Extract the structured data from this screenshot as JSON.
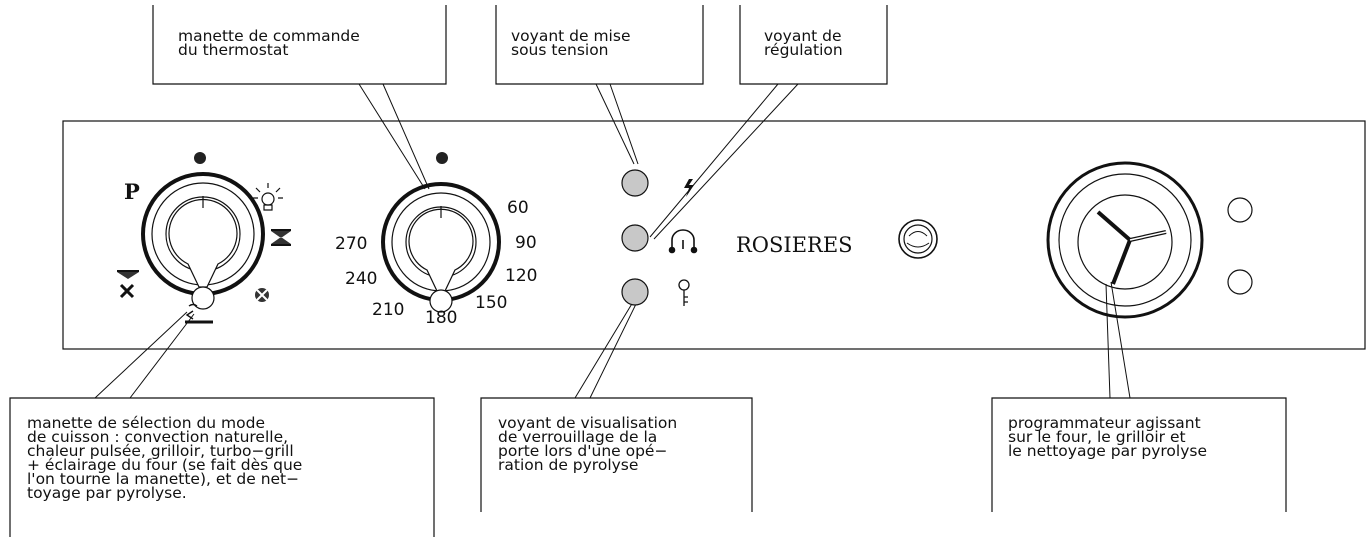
{
  "callouts": {
    "thermostat_knob": "manette de commande\ndu thermostat",
    "power_light": "voyant de mise\nsous tension",
    "regulation_light": "voyant de\nrégulation",
    "mode_selector": "manette de sélection du mode\nde cuisson : convection naturelle,\nchaleur pulsée, grilloir, turbo−grill\n+ éclairage du four (se fait dès que\nl'on tourne la manette), et de net−\ntoyage par pyrolyse.",
    "lock_light": "voyant de visualisation\nde verrouillage de la\nporte lors d'une opé−\nration de pyrolyse",
    "programmer": "programmateur agissant\nsur le four, le grilloir et\nle nettoyage par pyrolyse"
  },
  "mode_knob": {
    "top_label": "P"
  },
  "thermostat_scale": [
    "60",
    "90",
    "120",
    "150",
    "180",
    "210",
    "240",
    "270"
  ],
  "brand": "ROSIERES",
  "colors": {
    "ink": "#111111",
    "indicator_fill": "#c8c8c8",
    "paper": "#ffffff"
  },
  "icons": [
    "bulb-icon",
    "bottom-heat-icon",
    "fan-icon",
    "fan-grill-icon",
    "grill-icon",
    "lightning-icon",
    "regulation-icon",
    "key-icon",
    "brand-logo-icon"
  ]
}
